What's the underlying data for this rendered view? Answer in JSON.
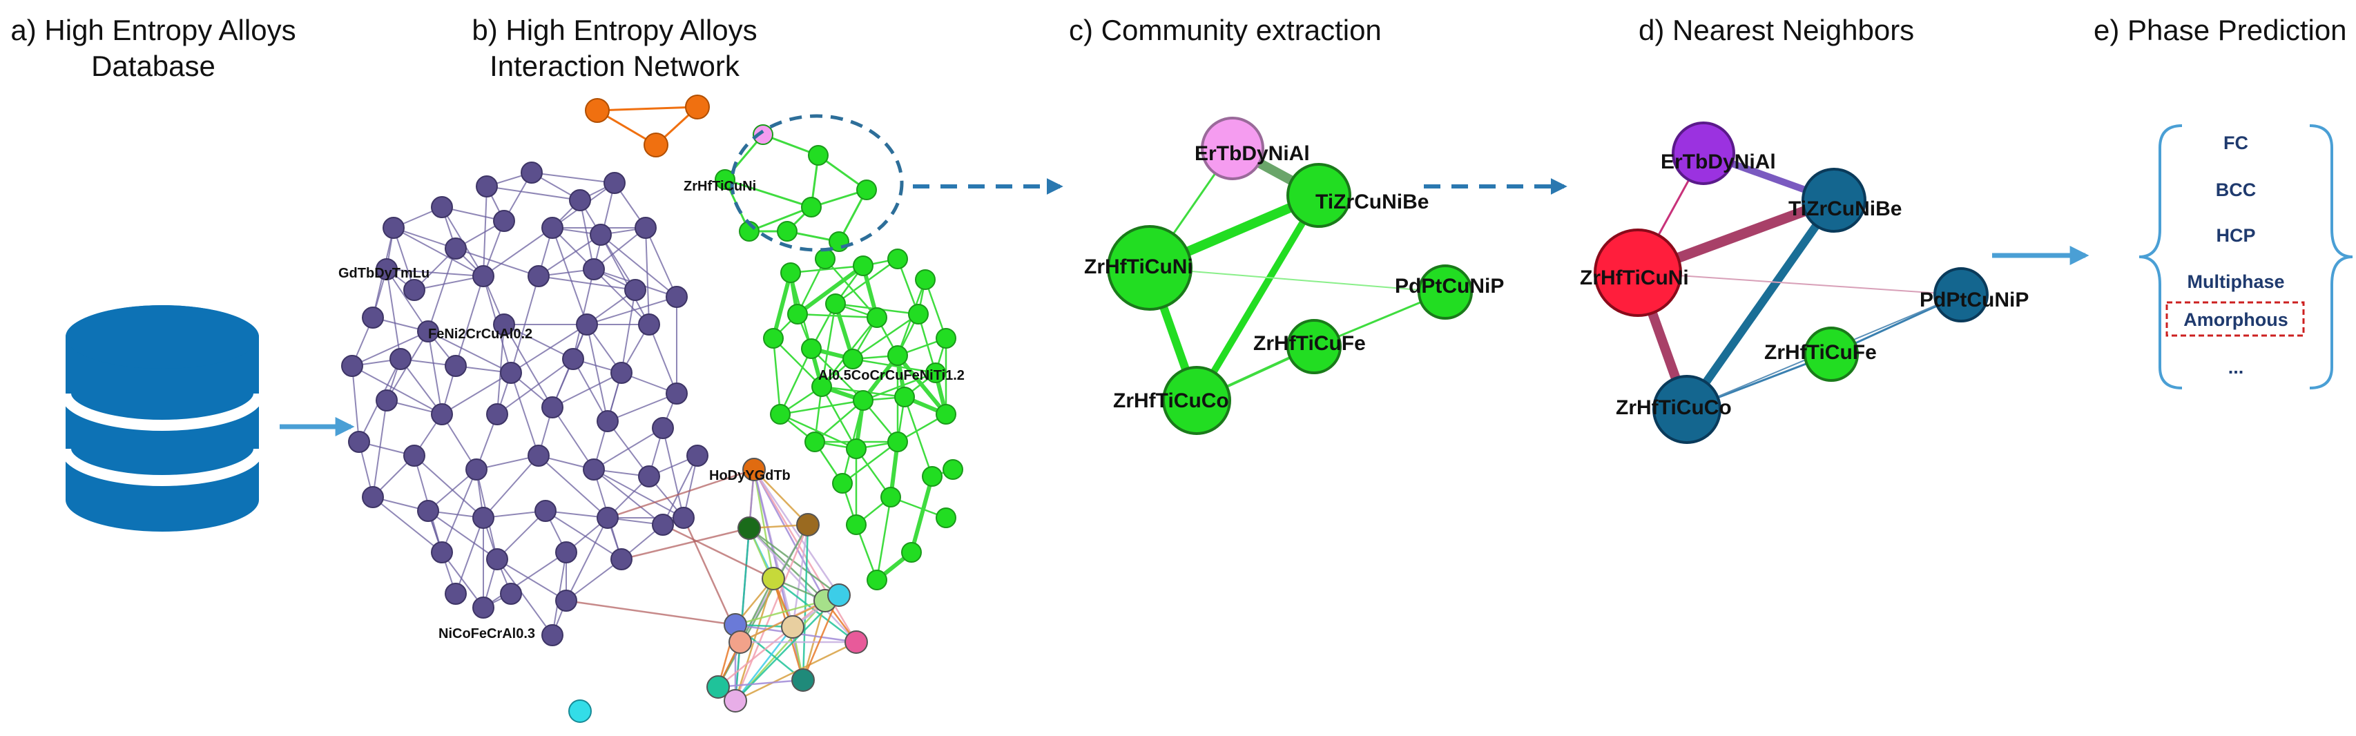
{
  "panels": {
    "a": {
      "line1": "a) High Entropy Alloys",
      "line2": "Database"
    },
    "b": {
      "line1": "b) High Entropy Alloys",
      "line2": "Interaction Network"
    },
    "c": {
      "line1": "c) Community extraction"
    },
    "d": {
      "line1": "d) Nearest Neighbors"
    },
    "e": {
      "line1": "e) Phase Prediction"
    }
  },
  "network_labels": {
    "zrhf": "ZrHfTiCuNi",
    "gdtb": "GdTbDyTmLu",
    "feni": "FeNi2CrCuAl0.2",
    "alco": "Al0.5CoCrCuFeNiTi1.2",
    "hody": "HoDyYGdTb",
    "nico": "NiCoFeCrAl0.3"
  },
  "community": {
    "nodes": {
      "ertb": "ErTbDyNiAl",
      "tizr": "TiZrCuNiBe",
      "zrhfni": "ZrHfTiCuNi",
      "pdpt": "PdPtCuNiP",
      "zrhffe": "ZrHfTiCuFe",
      "zrhfco": "ZrHfTiCuCo"
    }
  },
  "neighbors": {
    "nodes": {
      "ertb": "ErTbDyNiAl",
      "tizr": "TiZrCuNiBe",
      "zrhfni": "ZrHfTiCuNi",
      "pdpt": "PdPtCuNiP",
      "zrhffe": "ZrHfTiCuFe",
      "zrhfco": "ZrHfTiCuCo"
    }
  },
  "phases": [
    "FC",
    "BCC",
    "HCP",
    "Multiphase",
    "Amorphous",
    "..."
  ],
  "colors": {
    "database": "#0d72b5",
    "arrow": "#4a9fd5",
    "purple_node": "#5b4f8c",
    "green_node": "#22dd22",
    "orange_node": "#f07010",
    "pink_node": "#f59cf0",
    "red_node": "#ff1e3c",
    "blue_node": "#14668f",
    "violet_node": "#9b32e0",
    "highlight_box": "#cc2020"
  },
  "icons": [
    "database-icon",
    "arrow-right-icon",
    "dashed-arrow-icon",
    "brace-icon"
  ]
}
